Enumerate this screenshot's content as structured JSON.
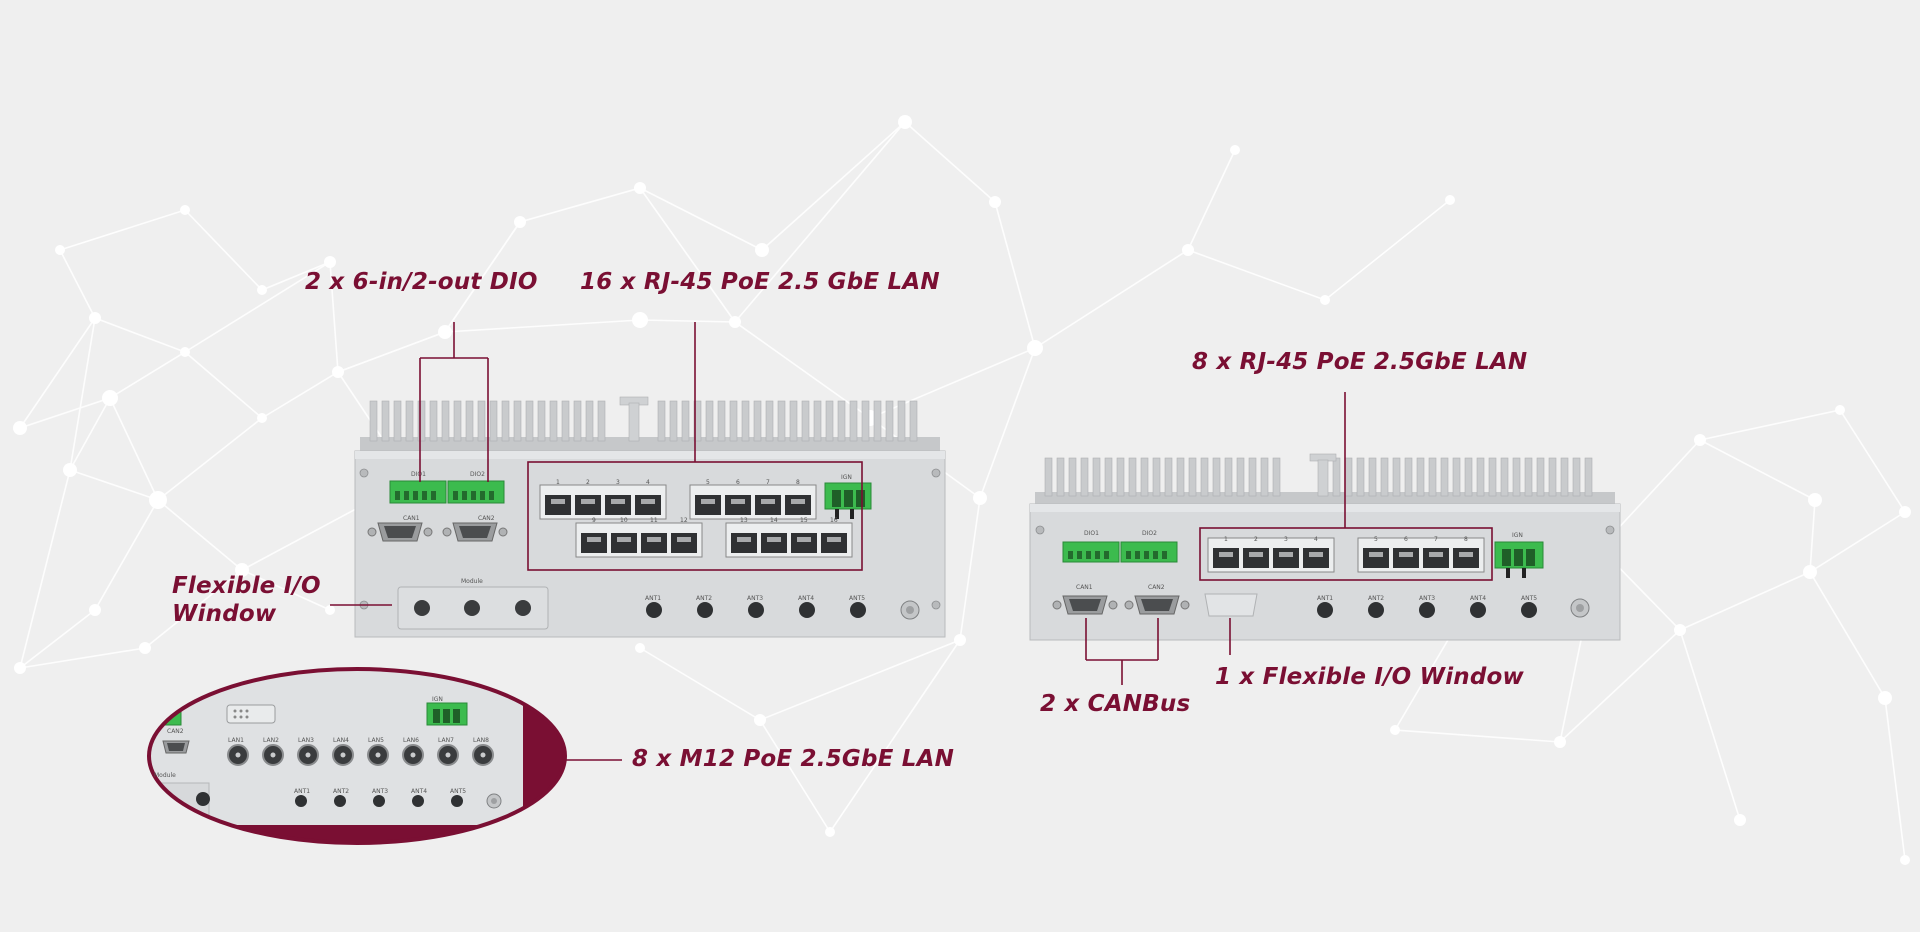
{
  "colors": {
    "background": "#efefef",
    "accent": "#7a0f33",
    "chassis": "#d6d8da",
    "heatsink": "#c9cbcd",
    "terminal_green": "#3cbb4e",
    "network_lines": "#ffffff"
  },
  "callouts": {
    "dio": "2 x 6-in/2-out DIO",
    "lan16": "16 x RJ-45 PoE 2.5 GbE LAN",
    "flex_line1": "Flexible I/O",
    "flex_line2": "Window",
    "m12": "8 x M12 PoE 2.5GbE LAN",
    "lan8": "8 x RJ-45 PoE 2.5GbE LAN",
    "canbus": "2 x CANBus",
    "flex_window": "1 x Flexible I/O Window"
  },
  "device_left": {
    "dio_labels": [
      "DIO1",
      "DIO2"
    ],
    "can_labels": [
      "CAN1",
      "CAN2"
    ],
    "module_label": "Module",
    "ign_label": "IGN",
    "lan_top_numbers": [
      "1",
      "2",
      "3",
      "4",
      "5",
      "6",
      "7",
      "8"
    ],
    "lan_bottom_numbers": [
      "9",
      "10",
      "11",
      "12",
      "13",
      "14",
      "15",
      "16"
    ],
    "ant_labels": [
      "ANT1",
      "ANT2",
      "ANT3",
      "ANT4",
      "ANT5"
    ]
  },
  "device_right": {
    "dio_labels": [
      "DIO1",
      "DIO2"
    ],
    "can_labels": [
      "CAN1",
      "CAN2"
    ],
    "ign_label": "IGN",
    "lan_numbers": [
      "1",
      "2",
      "3",
      "4",
      "5",
      "6",
      "7",
      "8"
    ],
    "ant_labels": [
      "ANT1",
      "ANT2",
      "ANT3",
      "ANT4",
      "ANT5"
    ]
  },
  "zoom_inset": {
    "can_label": "CAN2",
    "module_label": "Module",
    "ign_label": "IGN",
    "m12_labels": [
      "LAN1",
      "LAN2",
      "LAN3",
      "LAN4",
      "LAN5",
      "LAN6",
      "LAN7",
      "LAN8"
    ],
    "ant_labels": [
      "ANT1",
      "ANT2",
      "ANT3",
      "ANT4",
      "ANT5"
    ]
  },
  "icons": {
    "network_background": "network-mesh-icon",
    "ground": "ground-screw-icon",
    "antenna": "antenna-port-icon"
  }
}
